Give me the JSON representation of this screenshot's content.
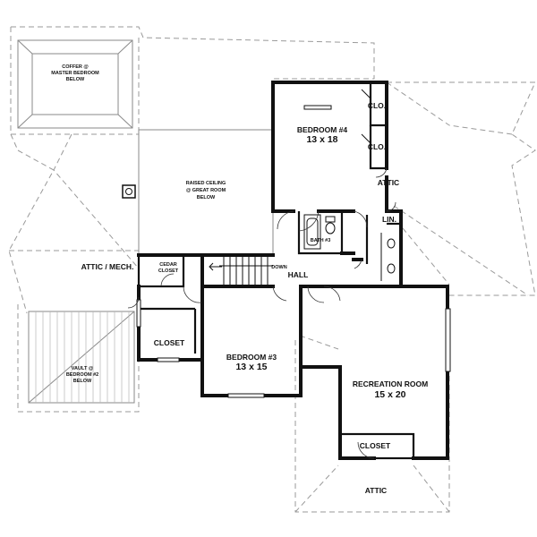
{
  "labels": {
    "coffer": [
      "COFFER @",
      "MASTER BEDROOM",
      "BELOW"
    ],
    "raised_ceiling": [
      "RAISED CEILING",
      "@ GREAT ROOM",
      "BELOW"
    ],
    "vault": [
      "VAULT @",
      "BEDROOM #2",
      "BELOW"
    ],
    "bedroom4_name": "BEDROOM #4",
    "bedroom4_size": "13 x 18",
    "clo_upper": "CLO.",
    "clo_lower": "CLO.",
    "attic_right": "ATTIC",
    "lin": "LIN.",
    "bath3": "BATH #3",
    "down": "DOWN",
    "hall": "HALL",
    "attic_mech": "ATTIC / MECH.",
    "cedar_closet": [
      "CEDAR",
      "CLOSET"
    ],
    "closet_left": "CLOSET",
    "bedroom3_name": "BEDROOM #3",
    "bedroom3_size": "13 x 15",
    "recreation_name": "RECREATION ROOM",
    "recreation_size": "15 x 20",
    "closet_rec": "CLOSET",
    "attic_bottom": "ATTIC"
  },
  "colors": {
    "wall": "#111111",
    "roofline": "#9a9a9a",
    "background": "#ffffff"
  }
}
